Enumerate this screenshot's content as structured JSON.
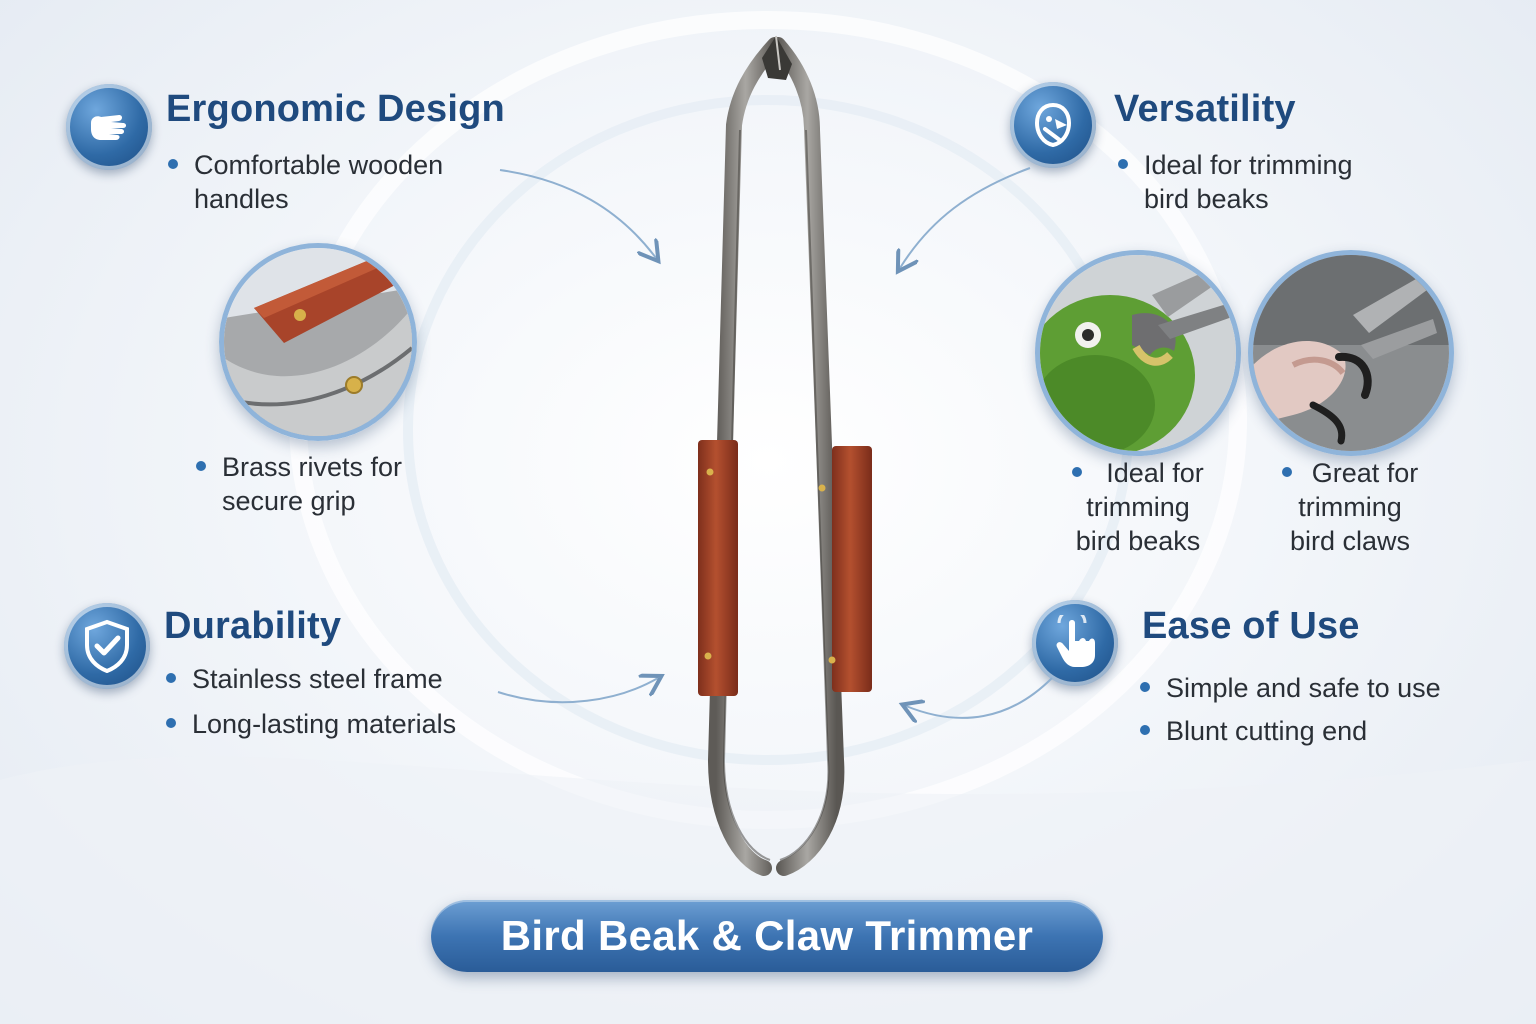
{
  "product_title": "Bird Beak & Claw Trimmer",
  "colors": {
    "accent": "#1f4a7e",
    "badge": "#2f6aa6",
    "bullet_dot": "#2e6fb0",
    "wood": "#a0442a",
    "steel": "#7b7872"
  },
  "features": {
    "ergonomic": {
      "title": "Ergonomic Design",
      "icon": "hand-grip-icon",
      "bullets": [
        "Comfortable wooden",
        "handles"
      ],
      "detail_photo": "handle-rivet-closeup",
      "detail_bullets": [
        "Brass rivets for",
        "secure grip"
      ]
    },
    "durability": {
      "title": "Durability",
      "icon": "shield-check-icon",
      "bullets": [
        "Stainless steel frame",
        "Long-lasting materials"
      ]
    },
    "versatility": {
      "title": "Versatility",
      "icon": "bird-tool-icon",
      "bullets": [
        "Ideal for trimming",
        "bird beaks"
      ],
      "photos": [
        {
          "name": "parrot-beak-photo",
          "caption": [
            "Ideal for",
            "trimming",
            "bird beaks"
          ]
        },
        {
          "name": "bird-claw-photo",
          "caption": [
            "Great for",
            "trimming",
            "bird claws"
          ]
        }
      ]
    },
    "ease": {
      "title": "Ease of Use",
      "icon": "tap-finger-icon",
      "bullets": [
        "Simple and safe to use",
        "Blunt cutting end"
      ]
    }
  }
}
